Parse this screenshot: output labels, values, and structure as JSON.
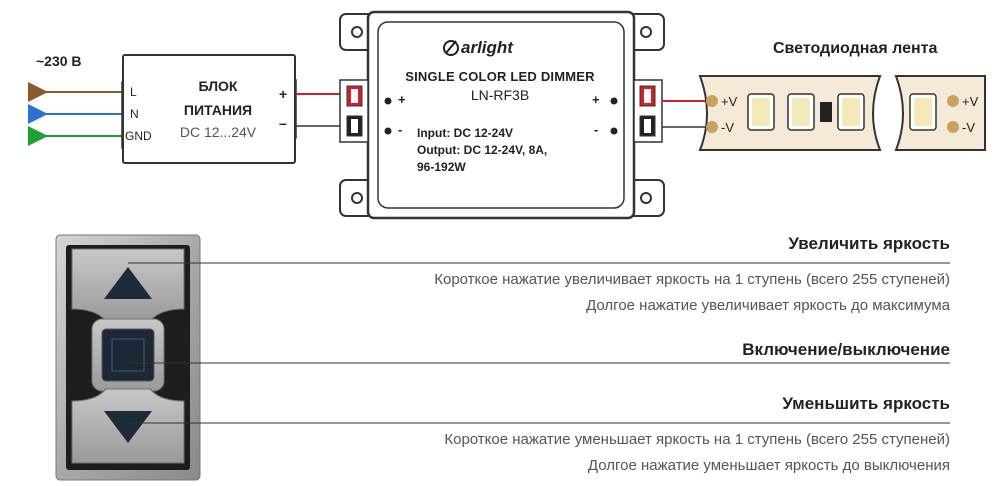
{
  "mains": {
    "label": "~230 В"
  },
  "psu": {
    "title_line1": "БЛОК",
    "title_line2": "ПИТАНИЯ",
    "spec": "DC 12...24V",
    "terminals": [
      "L",
      "N",
      "GND"
    ],
    "out_plus": "+",
    "out_minus": "–"
  },
  "dimmer": {
    "brand": "arlight",
    "name": "SINGLE COLOR LED DIMMER",
    "model": "LN-RF3B",
    "spec_input": "Input: DC 12-24V",
    "spec_output": "Output: DC 12-24V, 8A,",
    "spec_power": "96-192W",
    "in_plus": "+",
    "in_minus": "-",
    "out_plus": "+",
    "out_minus": "-"
  },
  "strip": {
    "title": "Светодиодная лента",
    "plus_v": "+V",
    "minus_v": "-V"
  },
  "remote": {
    "up": {
      "title": "Увеличить яркость",
      "short": "Короткое нажатие увеличивает яркость на 1 ступень (всего 255 ступеней)",
      "long": "Долгое нажатие увеличивает яркость до максимума"
    },
    "power": {
      "title": "Включение/выключение"
    },
    "down": {
      "title": "Уменьшить яркость",
      "short": "Короткое нажатие уменьшает яркость на 1 ступень (всего 255 ступеней)",
      "long": "Долгое нажатие уменьшает яркость до выключения"
    }
  },
  "colors": {
    "wire_l": "#8b5a2b",
    "wire_n": "#2f6fd6",
    "wire_gnd": "#1fa035",
    "wire_pos": "#d0202a",
    "wire_neg": "#333333",
    "strip_bg": "#f4ead7",
    "led": "#f5e9b8"
  }
}
